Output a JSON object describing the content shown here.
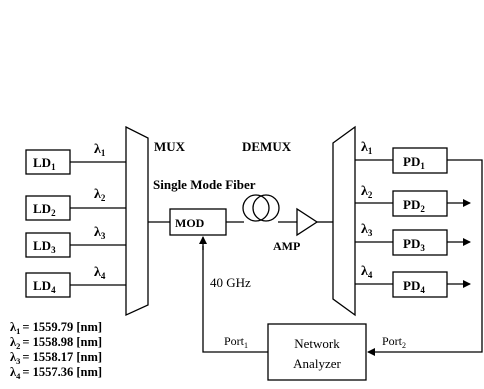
{
  "mux": {
    "label": "MUX"
  },
  "demux": {
    "label": "DEMUX"
  },
  "fiber": {
    "label": "Single Mode Fiber"
  },
  "mod": {
    "label": "MOD"
  },
  "amp": {
    "label": "AMP"
  },
  "freq": {
    "label": "40 GHz"
  },
  "lasers": [
    {
      "base": "LD",
      "sub": "1"
    },
    {
      "base": "LD",
      "sub": "2"
    },
    {
      "base": "LD",
      "sub": "3"
    },
    {
      "base": "LD",
      "sub": "4"
    }
  ],
  "detectors": [
    {
      "base": "PD",
      "sub": "1"
    },
    {
      "base": "PD",
      "sub": "2"
    },
    {
      "base": "PD",
      "sub": "3"
    },
    {
      "base": "PD",
      "sub": "4"
    }
  ],
  "lambdas": [
    {
      "sym": "λ",
      "sub": "1"
    },
    {
      "sym": "λ",
      "sub": "2"
    },
    {
      "sym": "λ",
      "sub": "3"
    },
    {
      "sym": "λ",
      "sub": "4"
    }
  ],
  "wavelengths": [
    {
      "sym": "λ",
      "sub": "1",
      "value": "= 1559.79 [nm]"
    },
    {
      "sym": "λ",
      "sub": "2",
      "value": "= 1558.98 [nm]"
    },
    {
      "sym": "λ",
      "sub": "3",
      "value": "= 1558.17 [nm]"
    },
    {
      "sym": "λ",
      "sub": "4",
      "value": "= 1557.36 [nm]"
    }
  ],
  "analyzer": {
    "line1": "Network",
    "line2": "Analyzer",
    "port1": {
      "base": "Port",
      "sub": "1"
    },
    "port2": {
      "base": "Port",
      "sub": "2"
    }
  }
}
